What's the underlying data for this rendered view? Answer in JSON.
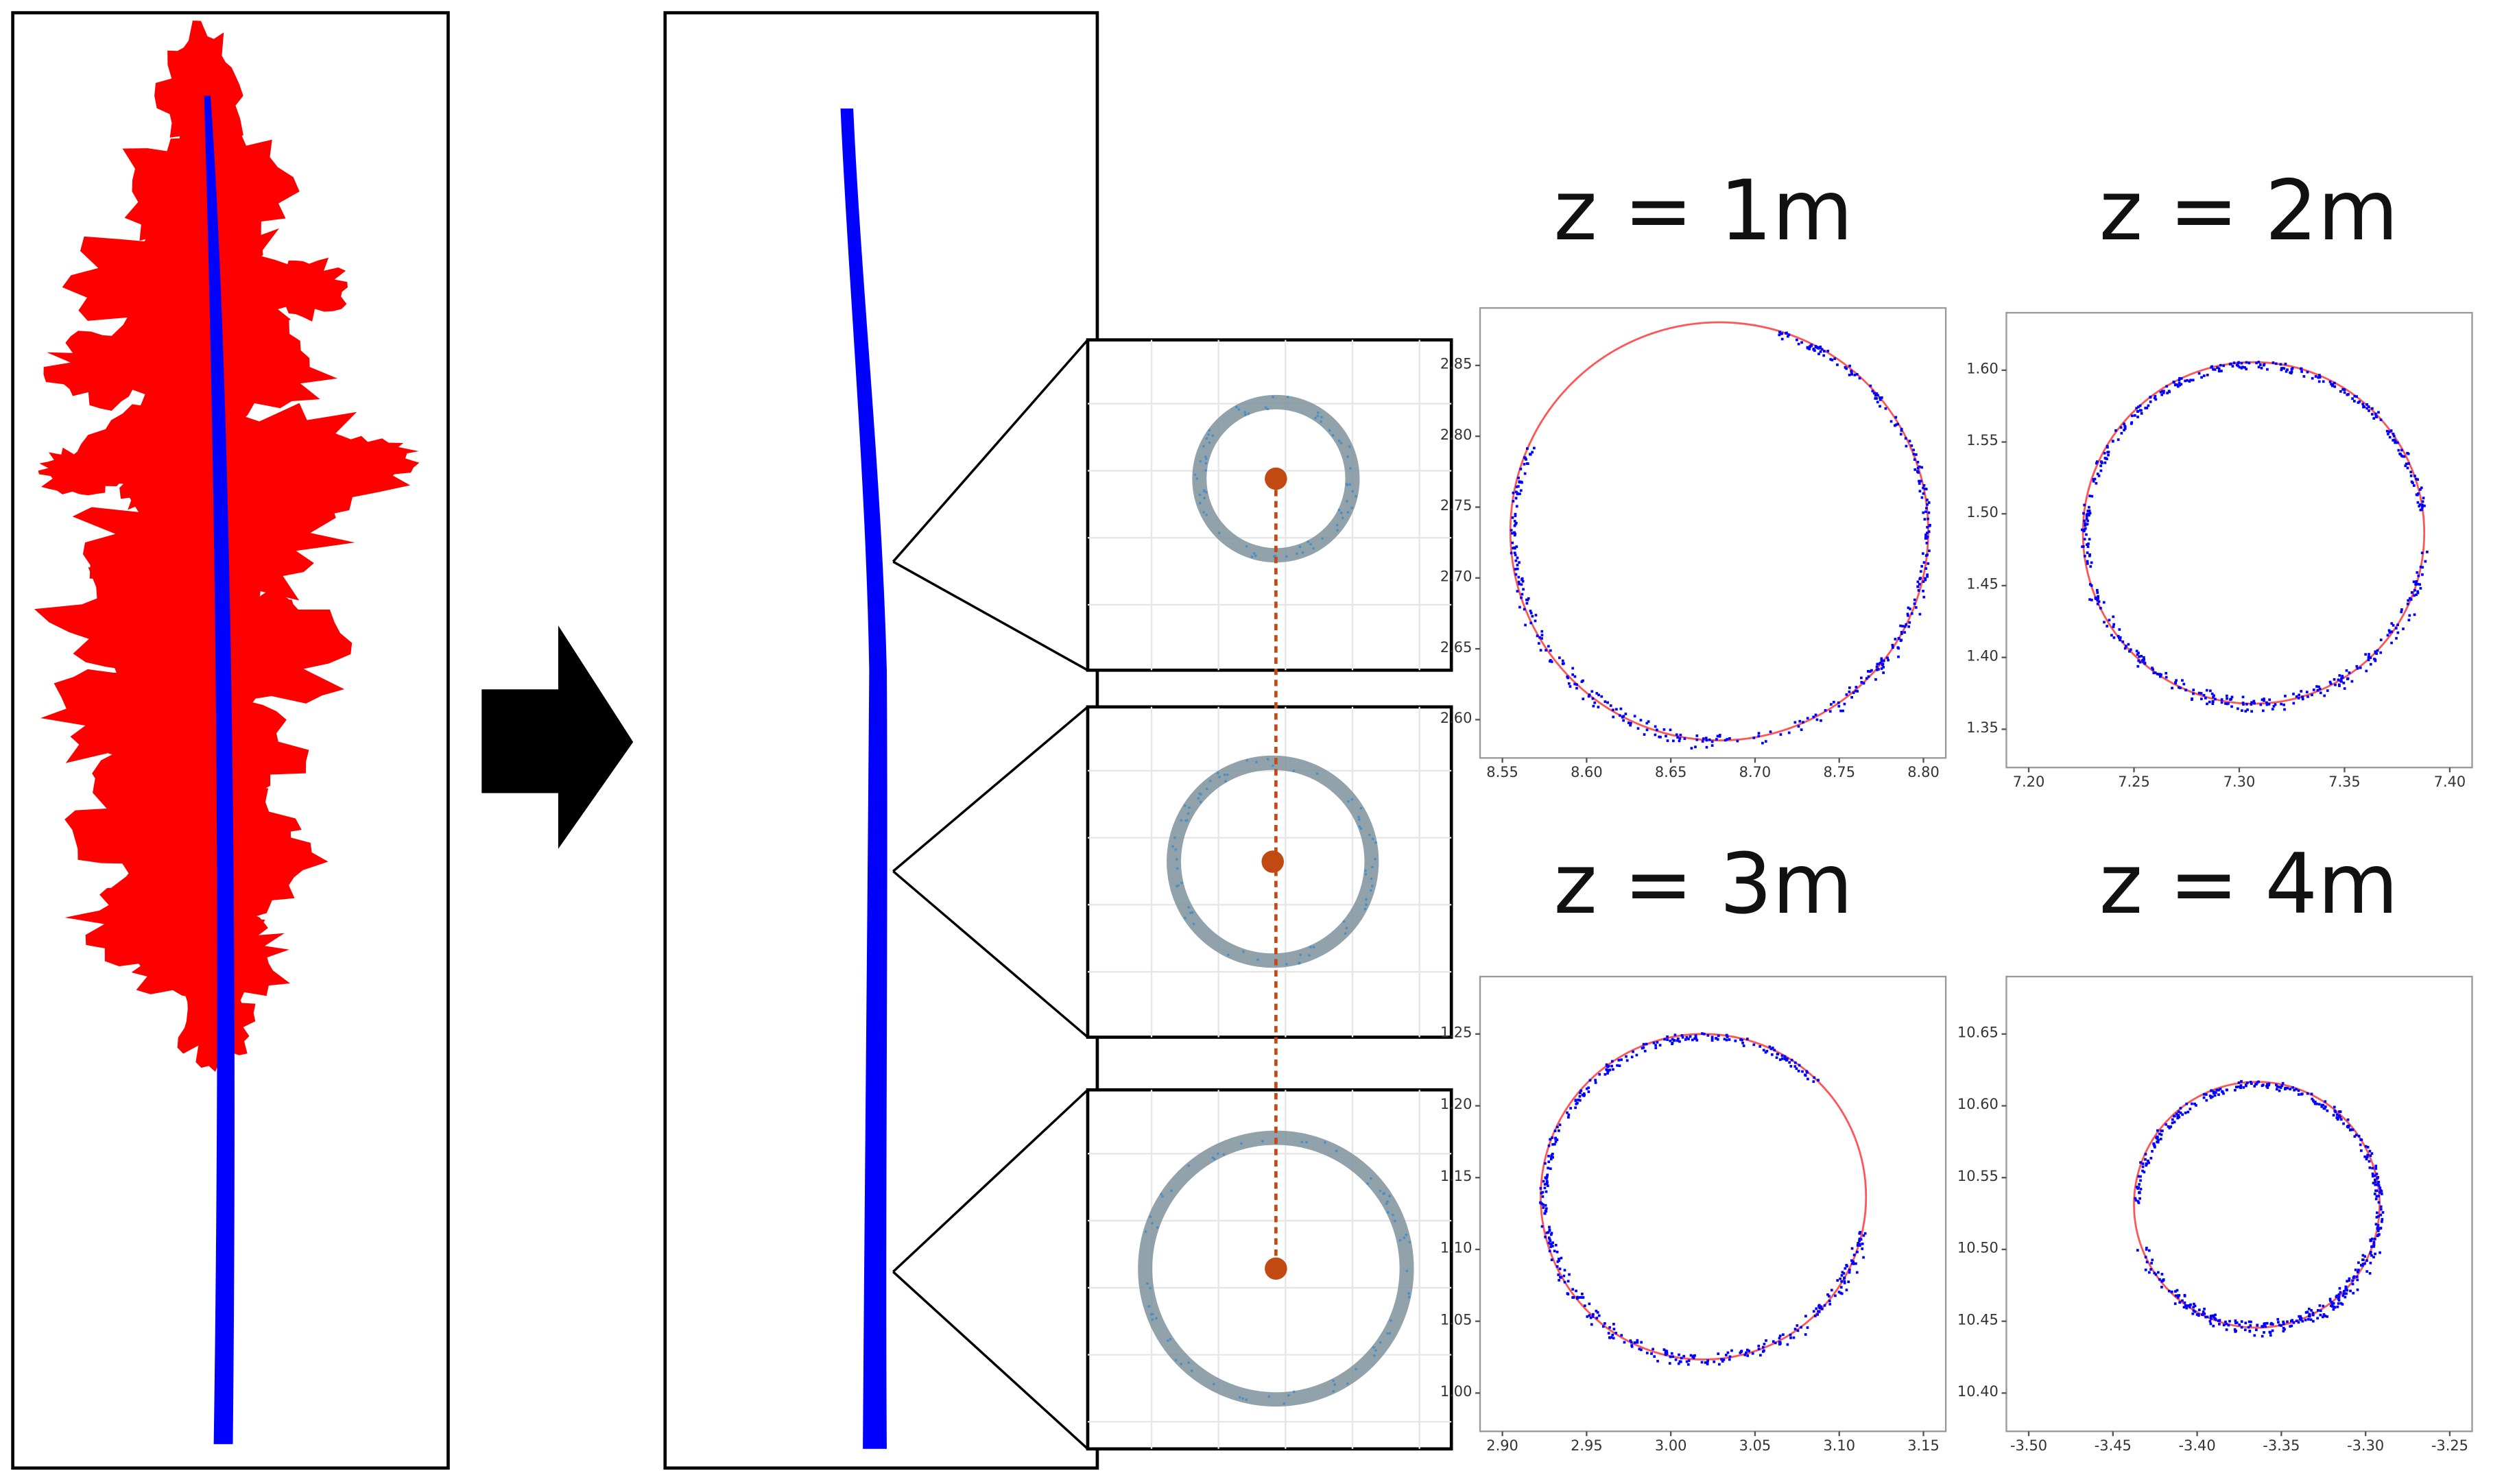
{
  "diagram": {
    "arrow_color": "#000000",
    "crown_color": "#ff0000",
    "stem_color": "#0000ff",
    "fit_circle_color": "#ff5555",
    "center_color": "#c04a12",
    "ring_color": "#7f929c"
  },
  "plots": [
    {
      "label": "z = 1m",
      "x_ticks": [
        "8.55",
        "8.60",
        "8.65",
        "8.70",
        "8.75",
        "8.80"
      ],
      "y_ticks": [
        "2.85",
        "2.80",
        "2.75",
        "2.70",
        "2.65",
        "2.60"
      ]
    },
    {
      "label": "z = 2m",
      "x_ticks": [
        "7.20",
        "7.25",
        "7.30",
        "7.35",
        "7.40"
      ],
      "y_ticks": [
        "1.60",
        "1.55",
        "1.50",
        "1.45",
        "1.40",
        "1.35"
      ]
    },
    {
      "label": "z = 3m",
      "x_ticks": [
        "2.90",
        "2.95",
        "3.00",
        "3.05",
        "3.10",
        "3.15"
      ],
      "y_ticks": [
        "1.25",
        "1.20",
        "1.15",
        "1.10",
        "1.05",
        "1.00"
      ]
    },
    {
      "label": "z = 4m",
      "x_ticks": [
        "-3.50",
        "-3.45",
        "-3.40",
        "-3.35",
        "-3.30",
        "-3.25"
      ],
      "y_ticks": [
        "10.65",
        "10.60",
        "10.55",
        "10.50",
        "10.45",
        "10.40"
      ]
    }
  ]
}
